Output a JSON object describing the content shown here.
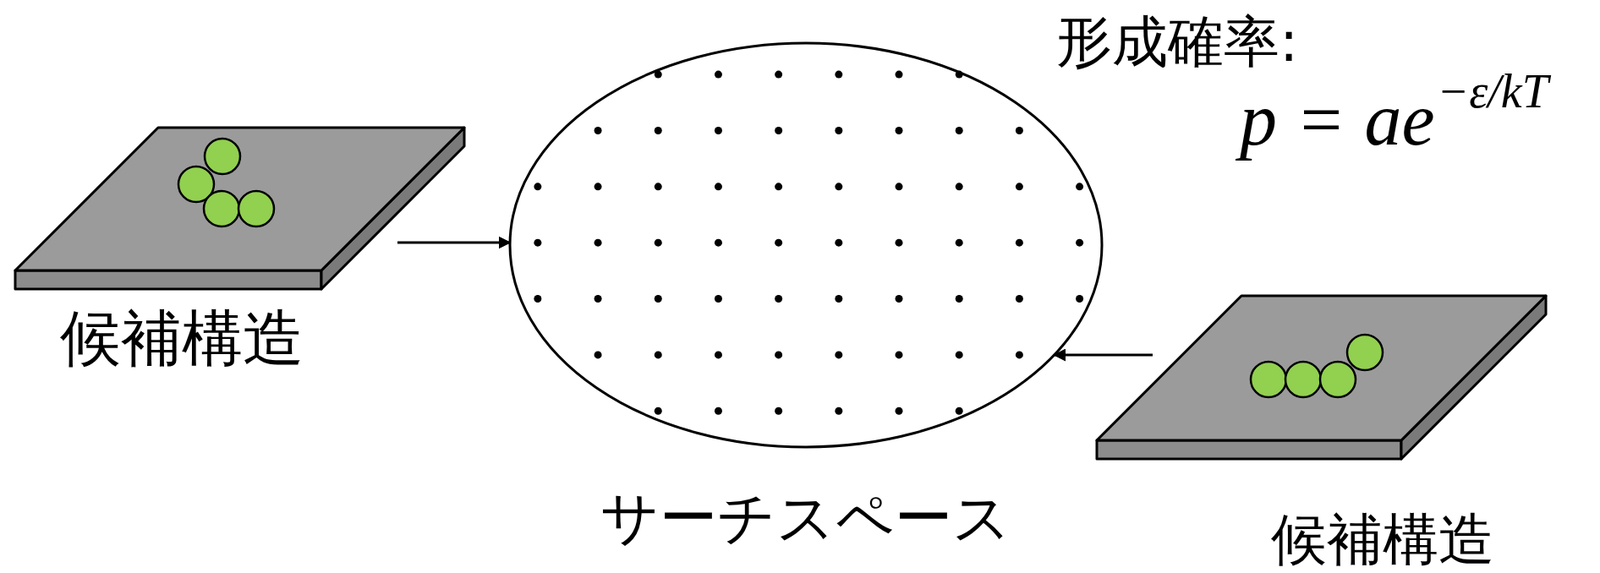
{
  "diagram": {
    "nodes": [
      {
        "text": [
          "候補構造"
        ]
      },
      {
        "text": [
          "サーチスペース"
        ]
      },
      {
        "text": [
          "候補構造"
        ]
      }
    ],
    "edges": [
      {
        "from": 0,
        "to": 1,
        "arrow": "to"
      },
      {
        "from": 2,
        "to": 1,
        "arrow": "to"
      }
    ],
    "labels": [
      "形成確率:",
      "p = ae",
      "−ε/kT"
    ]
  }
}
